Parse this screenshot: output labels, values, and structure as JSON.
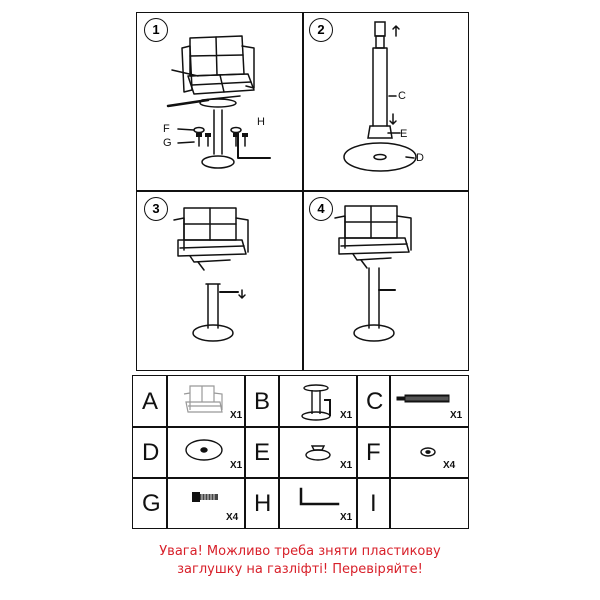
{
  "steps": [
    {
      "number": "1",
      "labels": {
        "F": "F",
        "G": "G",
        "H": "H"
      }
    },
    {
      "number": "2",
      "labels": {
        "C": "C",
        "E": "E",
        "D": "D"
      }
    },
    {
      "number": "3"
    },
    {
      "number": "4"
    }
  ],
  "parts": [
    {
      "letter": "A",
      "qty": "X1",
      "icon": "chair-seat-icon"
    },
    {
      "letter": "B",
      "qty": "X1",
      "icon": "base-mechanism-icon"
    },
    {
      "letter": "C",
      "qty": "X1",
      "icon": "gas-lift-icon"
    },
    {
      "letter": "D",
      "qty": "X1",
      "icon": "base-disc-icon"
    },
    {
      "letter": "E",
      "qty": "X1",
      "icon": "cover-icon"
    },
    {
      "letter": "F",
      "qty": "X4",
      "icon": "washer-icon"
    },
    {
      "letter": "G",
      "qty": "X4",
      "icon": "bolt-icon"
    },
    {
      "letter": "H",
      "qty": "X1",
      "icon": "allen-key-icon"
    },
    {
      "letter": "I",
      "qty": "",
      "icon": ""
    }
  ],
  "warning": {
    "line1": "Увага! Можливо треба зняти пластикову",
    "line2": "заглушку на газліфті! Перевіряйте!",
    "color": "#d8202a"
  }
}
